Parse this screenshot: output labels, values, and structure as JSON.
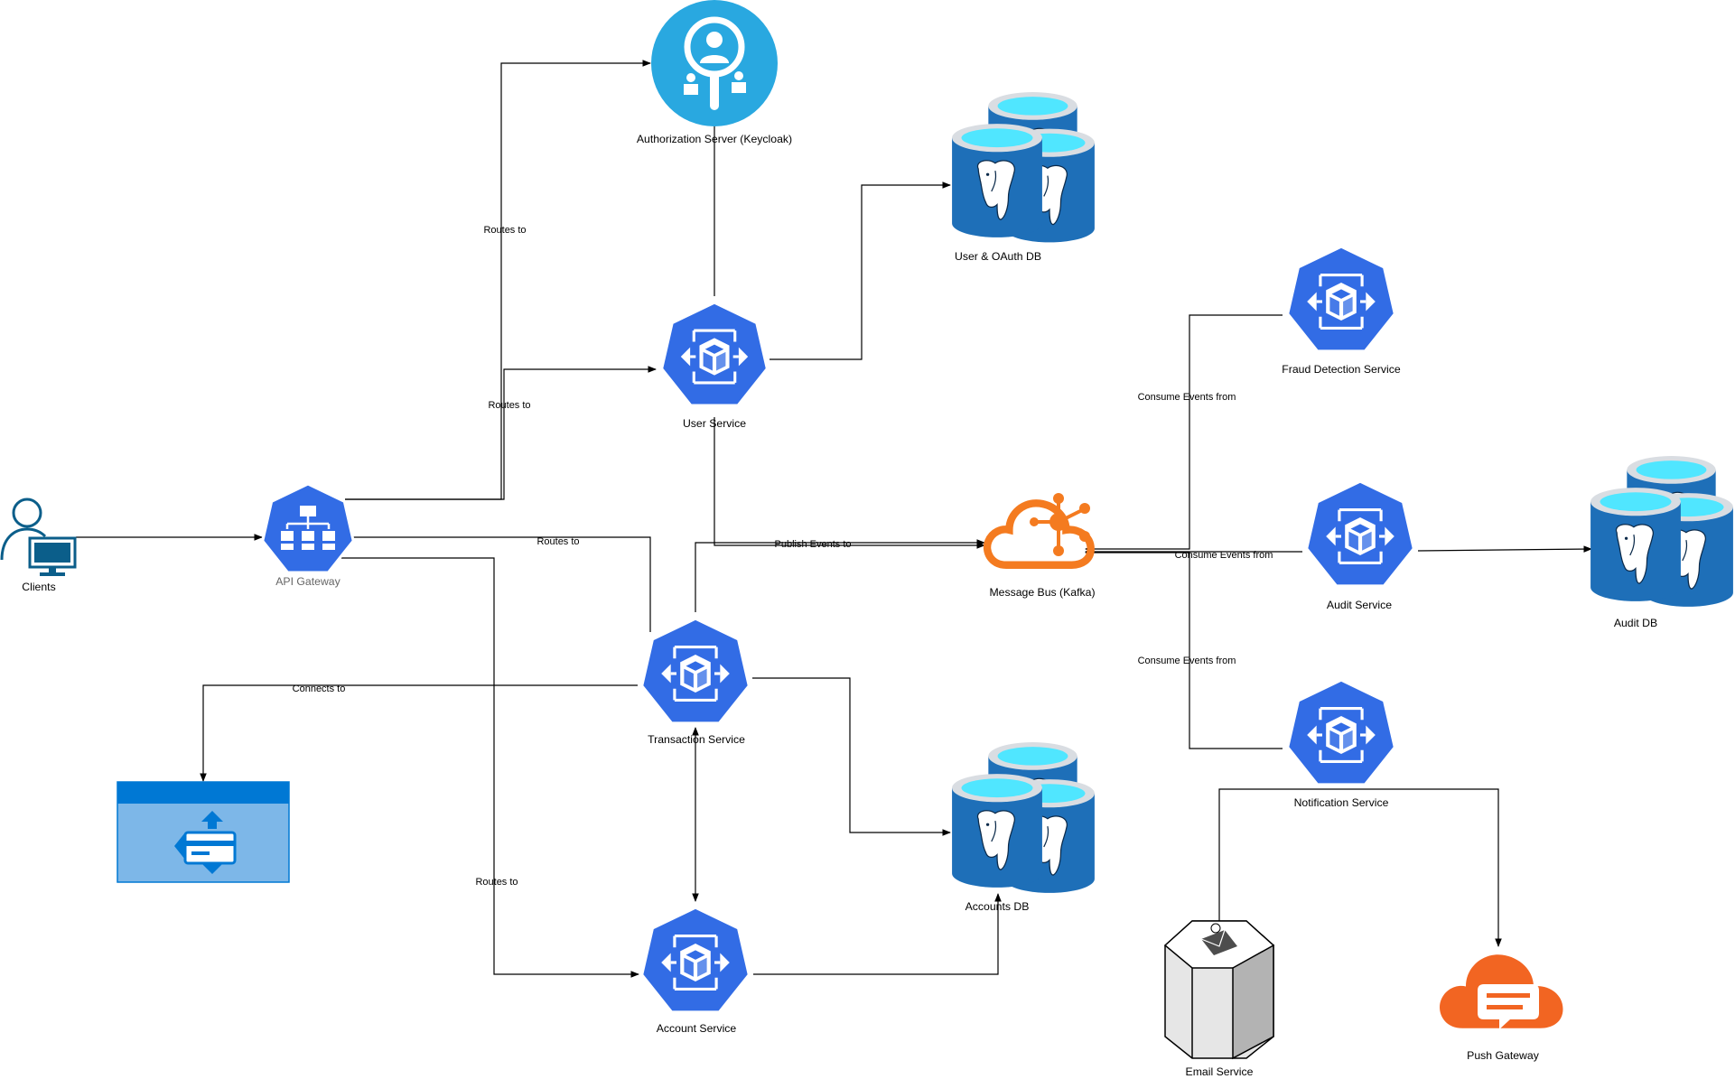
{
  "nodes": {
    "clients": "Clients",
    "api_gateway": "API Gateway",
    "auth_server": "Authorization Server (Keycloak)",
    "user_service": "User Service",
    "user_oauth_db": "User & OAuth DB",
    "transaction_service": "Transaction Service",
    "account_service": "Account Service",
    "accounts_db": "Accounts DB",
    "message_bus": "Message Bus (Kafka)",
    "fraud_service": "Fraud Detection Service",
    "audit_service": "Audit Service",
    "audit_db": "Audit DB",
    "notification_service": "Notification Service",
    "email_service": "Email Service",
    "push_gateway": "Push Gateway"
  },
  "edges": {
    "routes_to_auth": "Routes to",
    "routes_to_user": "Routes to",
    "routes_to_transaction": "Routes to",
    "routes_to_account": "Routes to",
    "publish_events": "Publish Events to",
    "connects_to": "Connects to",
    "consume_fraud": "Consume Events from",
    "consume_audit": "Consume Events from",
    "consume_notification": "Consume Events from"
  },
  "colors": {
    "service_blue": "#326CE5",
    "auth_blue": "#29A8E0",
    "kafka_orange": "#F47B20",
    "push_orange": "#F26522",
    "db_blue": "#1E6FB8",
    "db_cyan": "#50E6FF",
    "payment_blue": "#7DB7E8"
  }
}
